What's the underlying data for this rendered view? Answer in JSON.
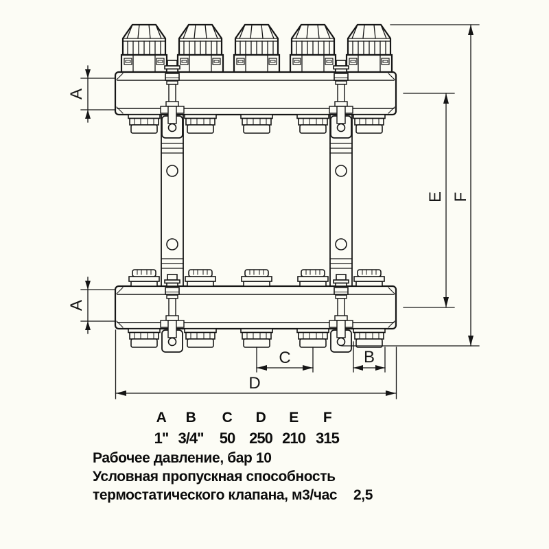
{
  "drawing": {
    "description": "Technical line drawing of a 5-outlet heating manifold with thermostatic valve heads",
    "dimension_labels": {
      "a": "A",
      "b": "B",
      "c": "C",
      "d": "D",
      "e": "E",
      "f": "F"
    },
    "colors": {
      "line": "#161616",
      "background": "#fcfcf5",
      "fill": "#fcfcf5"
    }
  },
  "spec_table": {
    "columns": [
      {
        "letter": "A",
        "value": "1\""
      },
      {
        "letter": "B",
        "value": "3/4\""
      },
      {
        "letter": "C",
        "value": "50"
      },
      {
        "letter": "D",
        "value": "250"
      },
      {
        "letter": "E",
        "value": "210"
      },
      {
        "letter": "F",
        "value": "315"
      }
    ]
  },
  "specs": {
    "rows": [
      {
        "label": "Рабочее давление, бар",
        "value": "10"
      },
      {
        "label": "Условная пропускная способность",
        "value": ""
      },
      {
        "label": "термостатического клапана, м3/час",
        "value": "2,5"
      }
    ]
  }
}
